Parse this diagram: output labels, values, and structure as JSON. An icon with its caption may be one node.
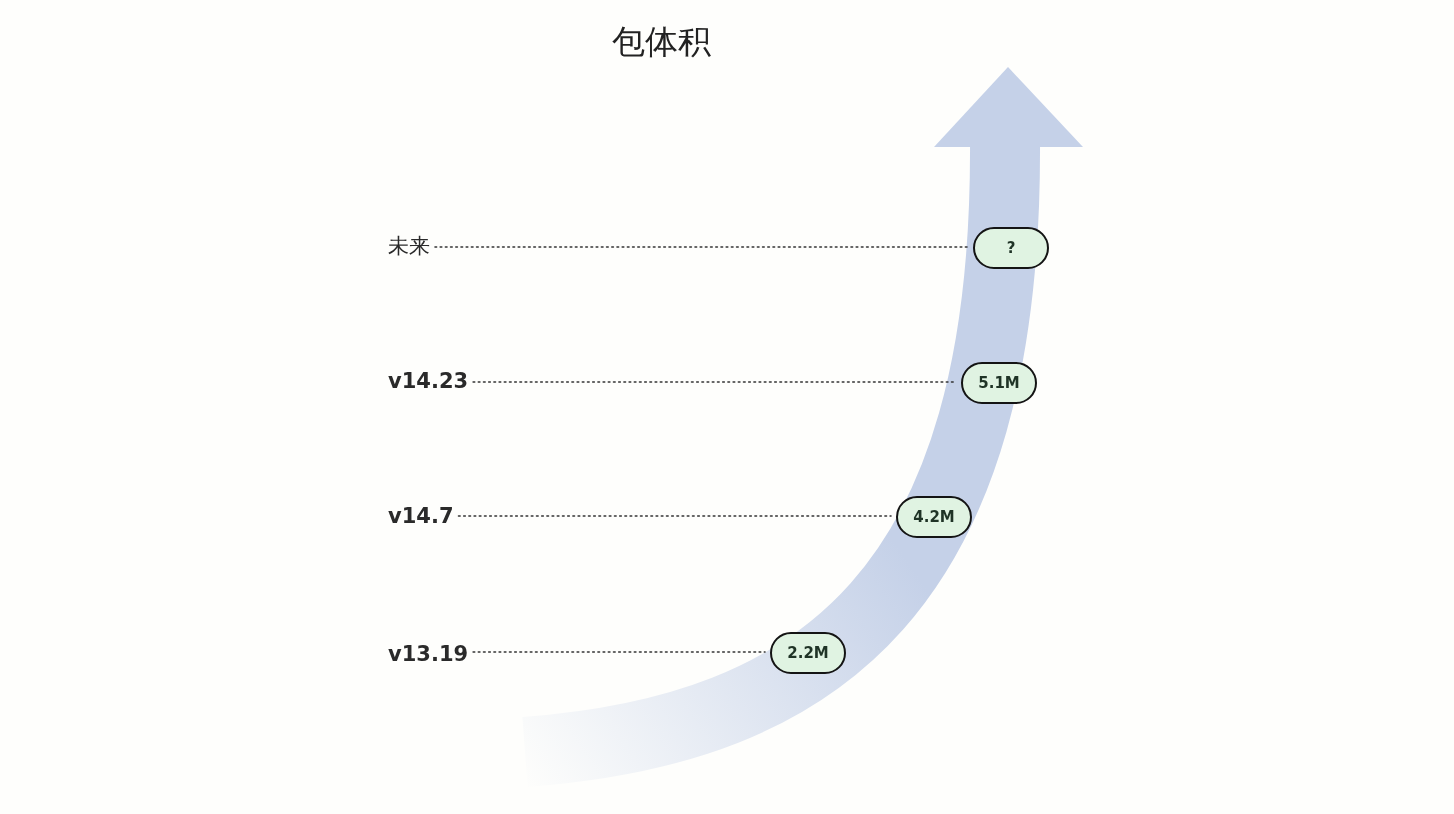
{
  "diagram": {
    "title": "包体积",
    "nodes": [
      {
        "text": [
          "未来"
        ]
      },
      {
        "text": [
          "?"
        ]
      },
      {
        "text": [
          "v14.23"
        ]
      },
      {
        "text": [
          "5.1M"
        ]
      },
      {
        "text": [
          "v14.7"
        ]
      },
      {
        "text": [
          "4.2M"
        ]
      },
      {
        "text": [
          "v13.19"
        ]
      },
      {
        "text": [
          "2.2M"
        ]
      }
    ],
    "edges": [
      {
        "from": 0,
        "to": 1,
        "arrow": "none",
        "style": "dashed"
      },
      {
        "from": 2,
        "to": 3,
        "arrow": "none",
        "style": "dashed"
      },
      {
        "from": 4,
        "to": 5,
        "arrow": "none",
        "style": "dashed"
      },
      {
        "from": 6,
        "to": 7,
        "arrow": "none",
        "style": "dashed"
      }
    ]
  }
}
